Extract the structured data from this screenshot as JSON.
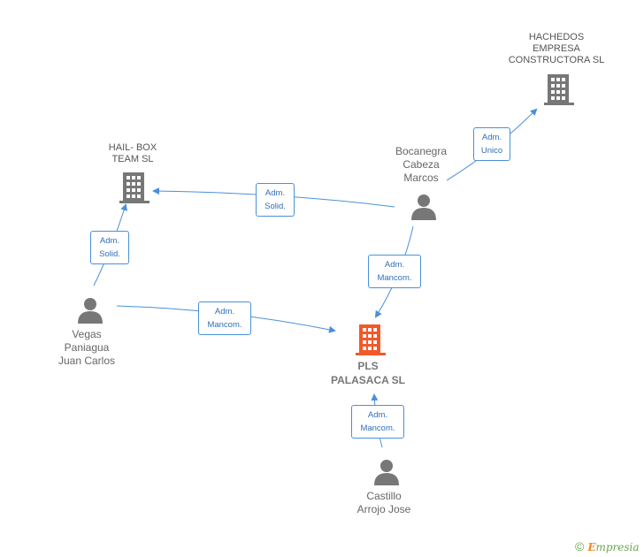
{
  "nodes": {
    "hachedos": {
      "lines": [
        "HACHEDOS",
        "EMPRESA",
        "CONSTRUCTORA SL"
      ],
      "type": "company"
    },
    "hailbox": {
      "lines": [
        "HAIL- BOX",
        "TEAM SL"
      ],
      "type": "company"
    },
    "bocanegra": {
      "lines": [
        "Bocanegra",
        "Cabeza",
        "Marcos"
      ],
      "type": "person"
    },
    "vegas": {
      "lines": [
        "Vegas",
        "Paniagua",
        "Juan Carlos"
      ],
      "type": "person"
    },
    "pls": {
      "lines": [
        "PLS",
        "PALASACA SL"
      ],
      "type": "company-main"
    },
    "castillo": {
      "lines": [
        "Castillo",
        "Arrojo Jose"
      ],
      "type": "person"
    }
  },
  "edges": [
    {
      "from": "bocanegra",
      "to": "hachedos",
      "role": [
        "Adm.",
        "Unico"
      ]
    },
    {
      "from": "bocanegra",
      "to": "hailbox",
      "role": [
        "Adm.",
        "Solid."
      ]
    },
    {
      "from": "vegas",
      "to": "hailbox",
      "role": [
        "Adm.",
        "Solid."
      ]
    },
    {
      "from": "bocanegra",
      "to": "pls",
      "role": [
        "Adm.",
        "Mancom."
      ]
    },
    {
      "from": "vegas",
      "to": "pls",
      "role": [
        "Adm.",
        "Mancom."
      ]
    },
    {
      "from": "castillo",
      "to": "pls",
      "role": [
        "Adm.",
        "Mancom."
      ]
    }
  ],
  "colors": {
    "edge": "#4a90d9",
    "company": "#777777",
    "main_company": "#f2592a",
    "person": "#777777"
  },
  "footer": {
    "copyright": "©",
    "brand_e": "E",
    "brand_rest": "mpresia"
  }
}
